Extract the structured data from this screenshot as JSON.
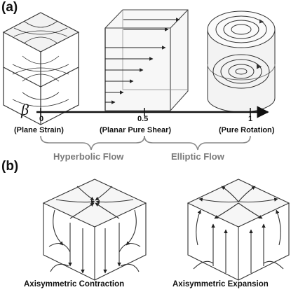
{
  "panel_a_label": "(a)",
  "panel_b_label": "(b)",
  "axis": {
    "symbol": "β",
    "ticks": [
      "0",
      "0.5",
      "1"
    ],
    "tick_labels": [
      "(Plane Strain)",
      "(Planar Pure Shear)",
      "(Pure Rotation)"
    ]
  },
  "regions": [
    "Hyperbolic Flow",
    "Elliptic Flow"
  ],
  "captions": [
    "Axisymmetric Contraction",
    "Axisymmetric Expansion"
  ]
}
